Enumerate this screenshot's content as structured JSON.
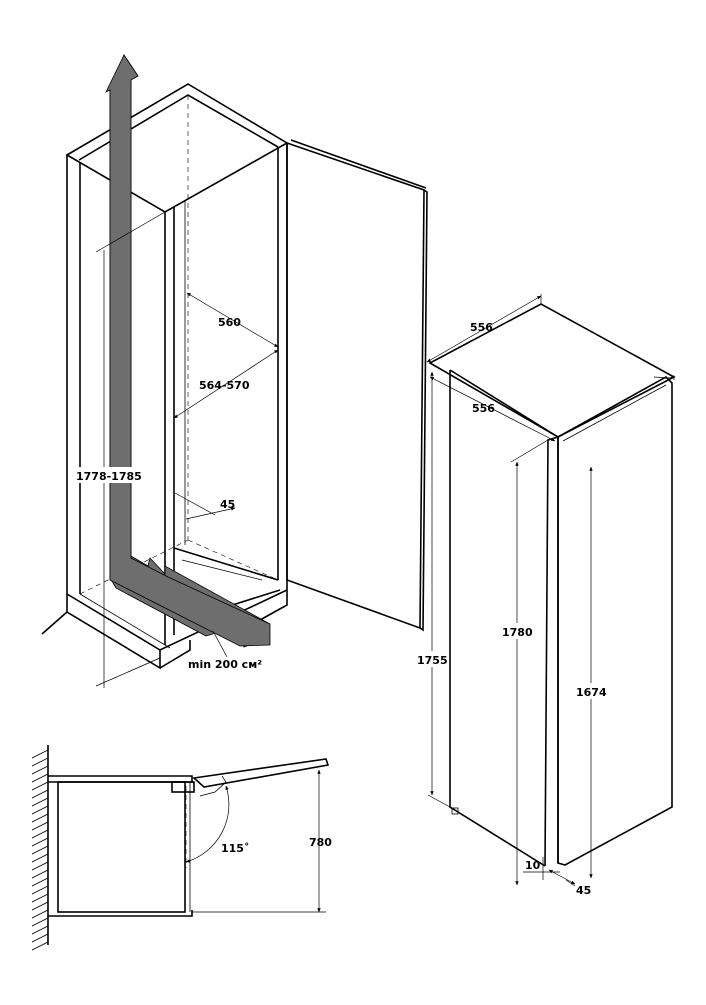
{
  "installation_view": {
    "dimensions": {
      "niche_height": "1778-1785",
      "niche_depth": "560",
      "niche_width": "564-570",
      "back_gap": "45",
      "ventilation_area": "min 200 см²"
    }
  },
  "door_opening_view": {
    "opening_angle": "115˚",
    "clearance": "780"
  },
  "appliance_view": {
    "dimensions": {
      "top_depth": "556",
      "top_width": "556",
      "appliance_height": "1755",
      "door_height_outer": "1780",
      "door_height_inner": "1674",
      "bottom_offset": "10",
      "door_thickness": "45"
    }
  }
}
